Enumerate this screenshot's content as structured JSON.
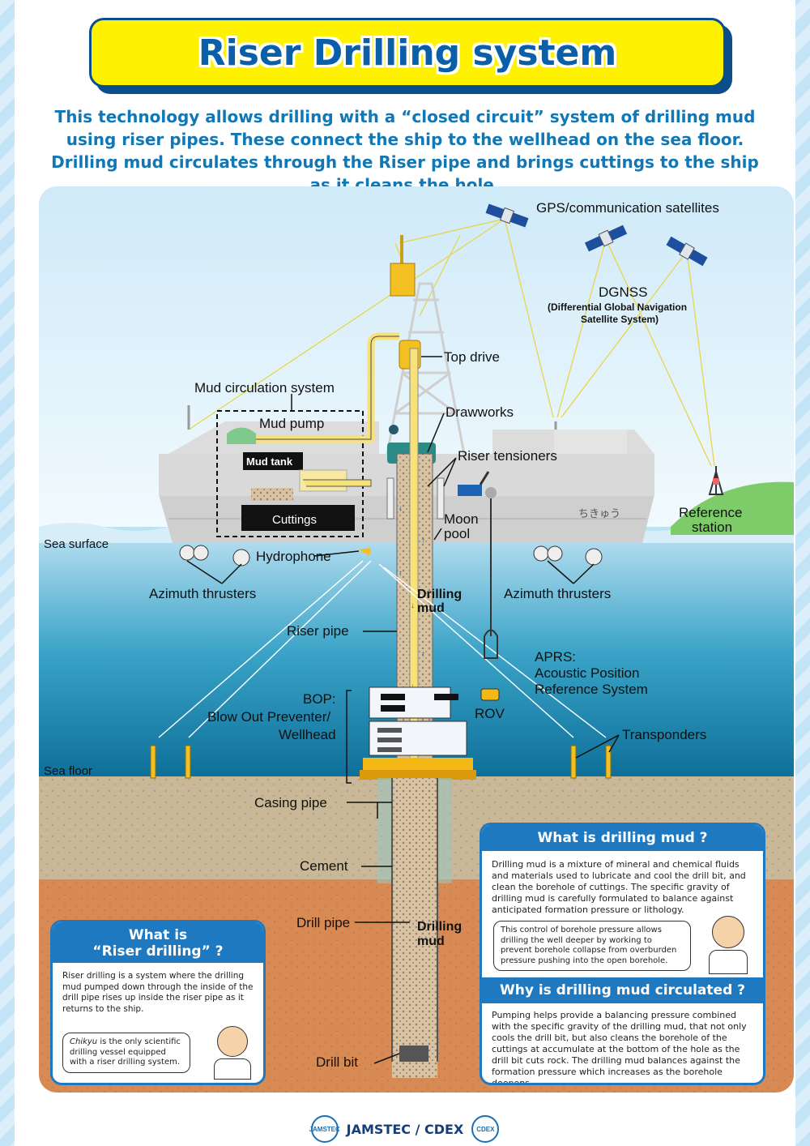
{
  "title": "Riser Drilling system",
  "intro": "This technology allows drilling with a “closed circuit” system of drilling mud using riser pipes. These connect the ship to the wellhead on the sea floor.  Drilling mud circulates through the Riser pipe and brings cuttings to the ship as it cleans the hole.",
  "labels": {
    "gps": "GPS/communication satellites",
    "dgnss": "DGNSS",
    "dgnss_full_1": "(Differential Global Navigation",
    "dgnss_full_2": "Satellite System)",
    "top_drive": "Top drive",
    "mud_circulation": "Mud circulation system",
    "mud_pump": "Mud pump",
    "drawworks": "Drawworks",
    "riser_tensioners": "Riser tensioners",
    "mud_tank": "Mud tank",
    "cuttings": "Cuttings",
    "moon_pool_1": "Moon",
    "moon_pool_2": "pool",
    "reference_station_1": "Reference",
    "reference_station_2": "station",
    "sea_surface": "Sea surface",
    "hydrophone": "Hydrophone",
    "azimuth_left": "Azimuth thrusters",
    "azimuth_right": "Azimuth thrusters",
    "drilling_mud_1": "Drilling",
    "drilling_mud_2": "mud",
    "riser_pipe": "Riser pipe",
    "aprs_1": "APRS:",
    "aprs_2": "Acoustic Position",
    "aprs_3": "Reference System",
    "bop_1": "BOP:",
    "bop_2": "Blow Out Preventer/",
    "bop_3": "Wellhead",
    "rov": "ROV",
    "transponders": "Transponders",
    "sea_floor": "Sea floor",
    "casing_pipe": "Casing pipe",
    "cement": "Cement",
    "drill_pipe": "Drill pipe",
    "drill_bit": "Drill bit",
    "ship_name": "ちきゅう"
  },
  "mud_box": {
    "title": "What is drilling mud ?",
    "body": "Drilling mud is a mixture of mineral and chemical fluids and materials used to lubricate and cool the drill bit, and clean the borehole of cuttings. The specific gravity of drilling mud is carefully formulated to balance against anticipated formation pressure or lithology.",
    "bubble": "This control of borehole pressure allows drilling the well deeper by working to prevent borehole collapse from overburden pressure pushing into the open borehole.",
    "title2": "Why is drilling mud circulated ?",
    "body2": "Pumping helps provide a balancing pressure combined with the specific gravity of the drilling mud, that not only cools the drill bit, but also cleans the borehole of the cuttings at accumulate at the bottom of the hole as the drill bit cuts rock. The drilling mud balances against the formation pressure which increases as the borehole deepens."
  },
  "riser_box": {
    "title_1": "What is",
    "title_2": "“Riser drilling” ?",
    "body": "Riser drilling is a system where the drilling mud pumped down through the inside of the drill pipe rises up inside the riser pipe as it returns to the ship.",
    "bubble_em": "Chikyu",
    "bubble_rest": " is the only scientific drilling vessel equipped with a riser drilling system."
  },
  "footer": {
    "org": "JAMSTEC / CDEX",
    "logo_left": "JAMSTEC",
    "logo_right": "CDEX"
  },
  "colors": {
    "accent": "#1f79c1",
    "title_yellow": "#fff200",
    "title_text": "#0b5ea8",
    "pipe_yellow": "#f7e27a"
  }
}
